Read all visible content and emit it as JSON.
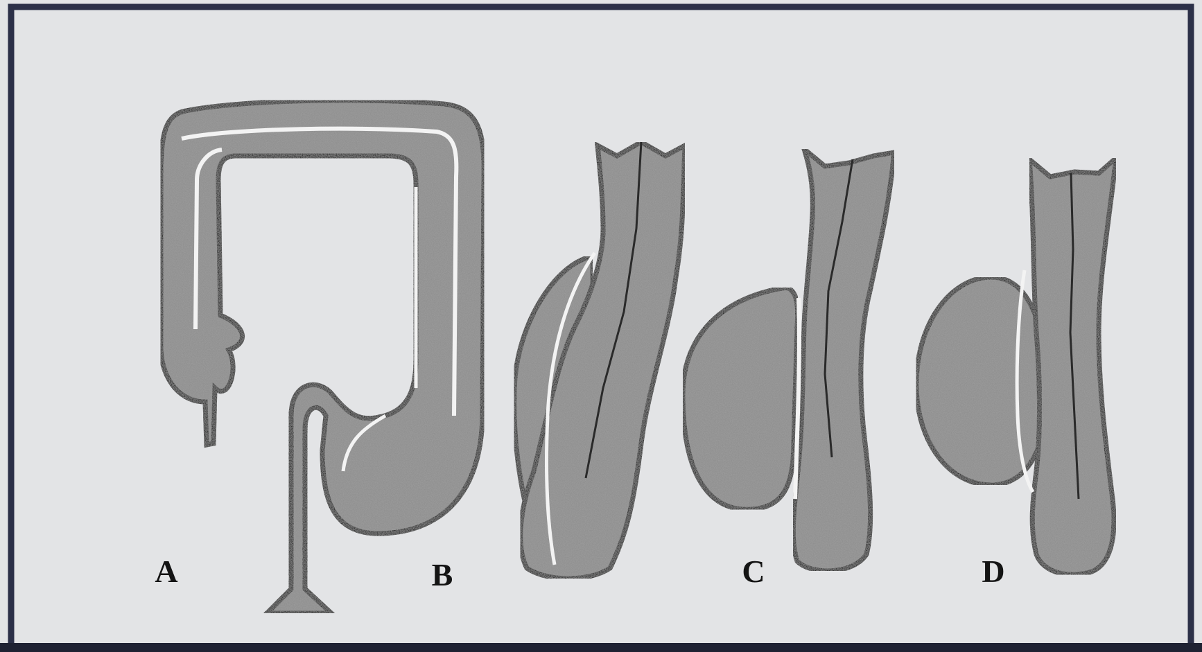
{
  "figure": {
    "panels": [
      {
        "id": "A",
        "label": "A"
      },
      {
        "id": "B",
        "label": "B"
      },
      {
        "id": "C",
        "label": "C"
      },
      {
        "id": "D",
        "label": "D"
      }
    ]
  },
  "colors": {
    "page_background": "#e3e4e6",
    "frame_border": "#2c3048",
    "organ_fill": "#8f8f8f",
    "organ_outline": "#1d1d1d",
    "membrane": "#f3f3f3",
    "label_text": "#141414"
  }
}
